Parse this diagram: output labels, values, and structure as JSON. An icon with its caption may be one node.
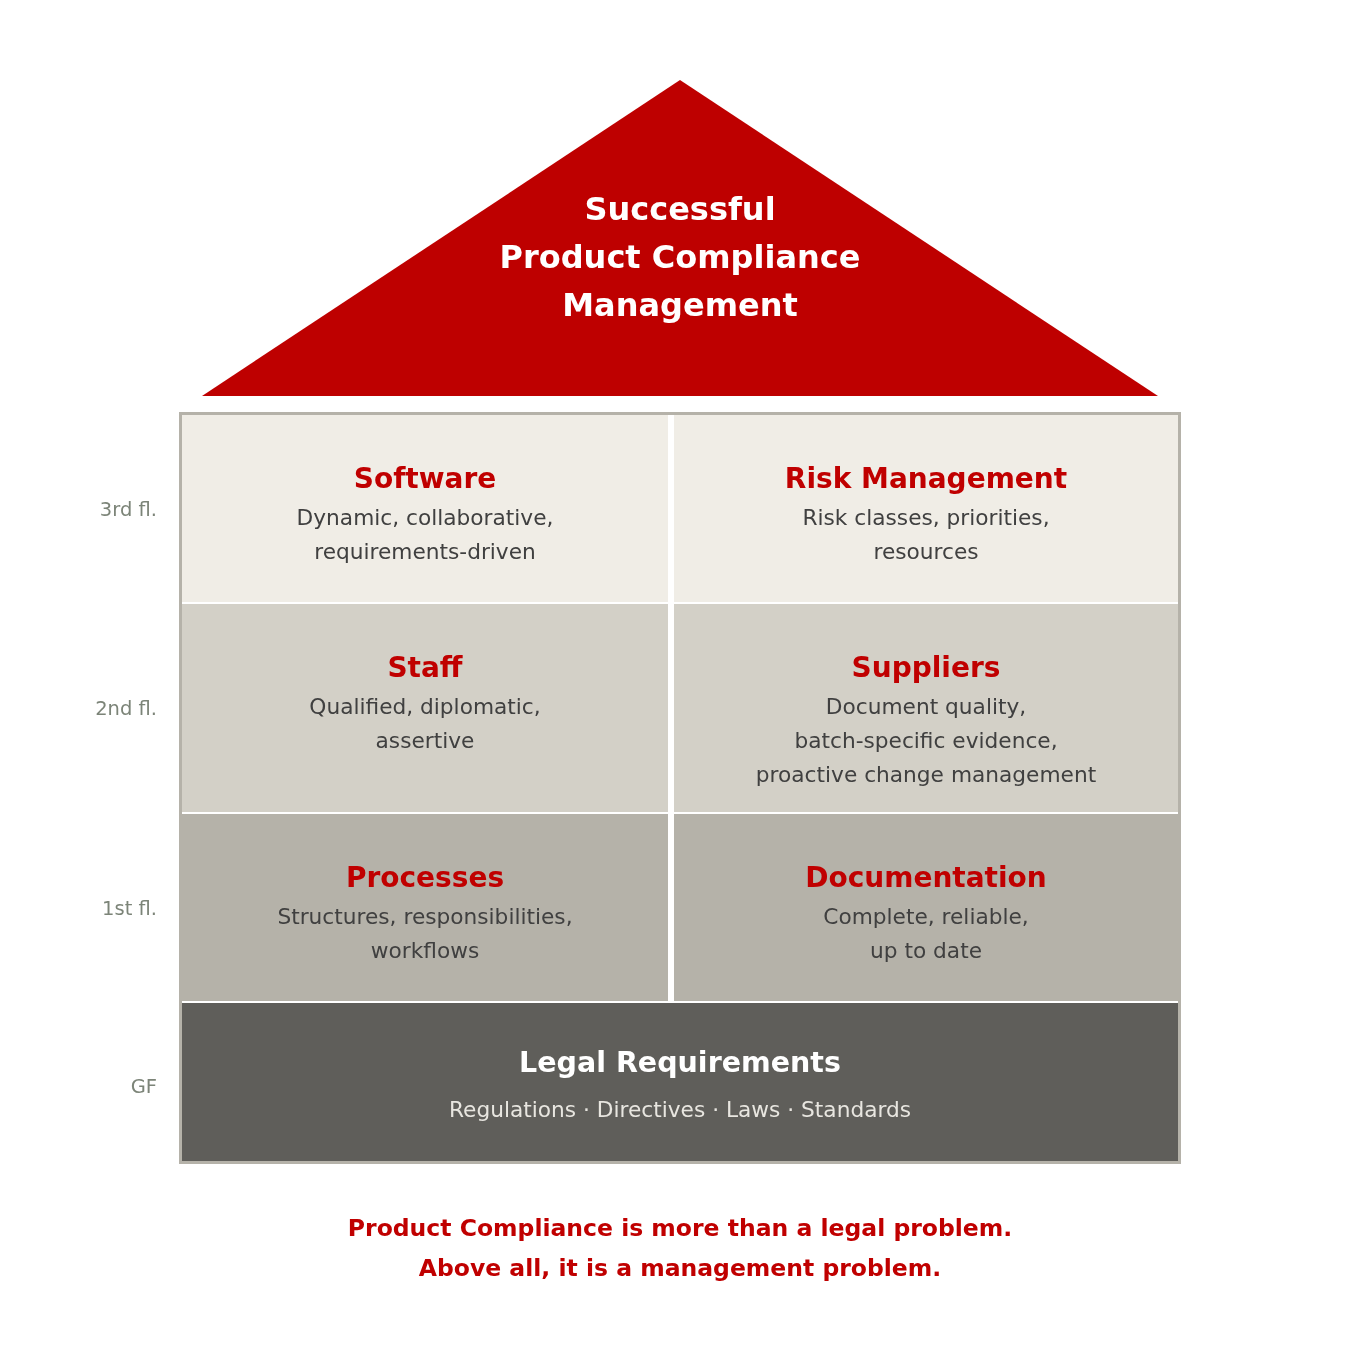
{
  "diagram": {
    "caption": "Product Compliance is more than a legal problem. Above all, it is a management problem.",
    "nodes": [
      {
        "text": [
          "Successful Product Compliance Management"
        ]
      },
      {
        "text": [
          "Software",
          "Dynamic, collaborative, requirements-driven"
        ]
      },
      {
        "text": [
          "Risk Management",
          "Risk classes, priorities, resources"
        ]
      },
      {
        "text": [
          "Staff",
          "Qualified, diplomatic, assertive"
        ]
      },
      {
        "text": [
          "Suppliers",
          "Document quality, batch-specific evidence, proactive change management"
        ]
      },
      {
        "text": [
          "Processes",
          "Structures, responsibilities, workflows"
        ]
      },
      {
        "text": [
          "Documentation",
          "Complete, reliable, up to date"
        ]
      },
      {
        "text": [
          "Legal Requirements",
          "Regulations · Directives · Laws · Standards"
        ]
      }
    ],
    "labels": [
      "3rd fl.",
      "2nd fl.",
      "1st fl.",
      "GF"
    ]
  }
}
